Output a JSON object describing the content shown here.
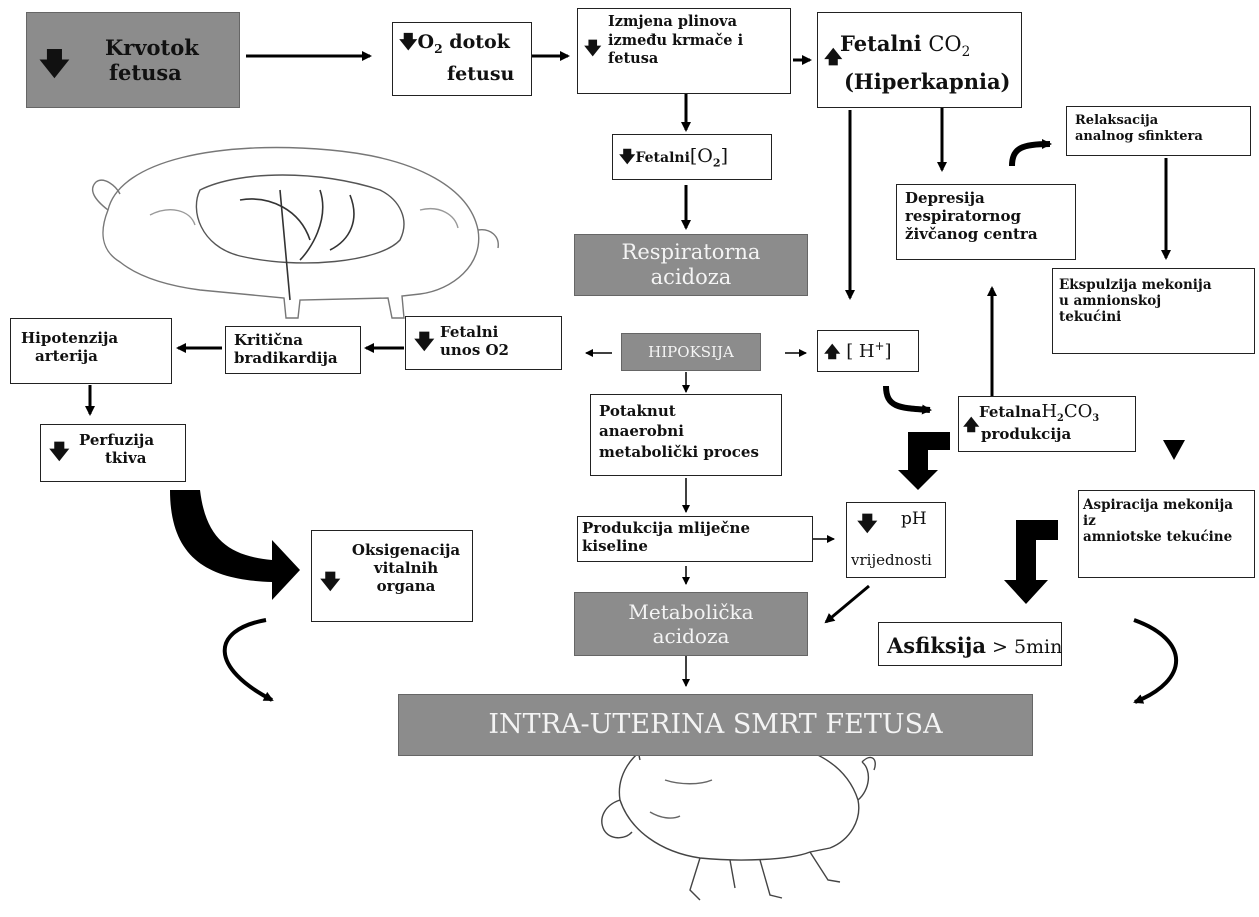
{
  "arrow_glyphs": {
    "down": "🡇",
    "up": "🡅"
  },
  "nodes": {
    "krvotok": {
      "line1": "Krvotok",
      "line2": "fetusa"
    },
    "o2_dotok": {
      "o": "O",
      "sub": "2",
      "line1_rest": "dotok",
      "line2": "fetusu"
    },
    "izmjena": {
      "line1": "Izmjena plinova",
      "line2": "između krmače i",
      "line3": "fetusa"
    },
    "fetalni_co2": {
      "word": "Fetalni",
      "co": "CO",
      "sub": "2",
      "line2": "(Hiperkapnia)"
    },
    "fetalni_o2": {
      "word": "Fetalni",
      "bracket_open": "[O",
      "sub": "2",
      "bracket_close": "]"
    },
    "relaksacija": {
      "line1": "Relaksacija",
      "line2": "analnog sfinktera"
    },
    "depresija": {
      "line1": "Depresija",
      "line2": "respiratornog",
      "line3": "živčanog centra"
    },
    "respiratorna": {
      "line1": "Respiratorna",
      "line2": "acidoza"
    },
    "ekspulzija": {
      "line1": "Ekspulzija mekonija",
      "line2": "u amnionskoj",
      "line3": "tekućini"
    },
    "hipotenzija": {
      "line1": "Hipotenzija",
      "line2": "arterija"
    },
    "kriticna": {
      "line1": "Kritična",
      "line2": "bradikardija"
    },
    "unos_o2": {
      "line1": "Fetalni",
      "line2": "unos O2"
    },
    "hipoksija": {
      "label": "HIPOKSIJA"
    },
    "h_plus": {
      "open": "[ H",
      "sup": "+",
      "close": "]"
    },
    "h2co3": {
      "word1": "Fetalna",
      "h": "H",
      "sub2": "2",
      "co": "CO",
      "sub3": "3",
      "line2": "produkcija"
    },
    "potaknut": {
      "line1": "Potaknut",
      "line2": "anaerobni",
      "line3": "metabolički proces"
    },
    "perfuzija": {
      "line1": "Perfuzija",
      "line2": "tkiva"
    },
    "aspiracija": {
      "line1": "Aspiracija mekonija",
      "line2": "iz",
      "line3": "amniotske tekućine"
    },
    "oksigenacija": {
      "line1": "Oksigenacija",
      "line2": "vitalnih",
      "line3": "organa"
    },
    "produkcija": {
      "line1": "Produkcija mliječne",
      "line2": "kiseline"
    },
    "ph": {
      "line1": "pH",
      "line2": "vrijednosti"
    },
    "metabolicka": {
      "line1": "Metabolička",
      "line2": "acidoza"
    },
    "asfiksija": {
      "bold": "Asfiksija",
      "rest": " > 5min"
    },
    "smrt": {
      "label": "INTRA-UTERINA SMRT FETUSA"
    }
  }
}
